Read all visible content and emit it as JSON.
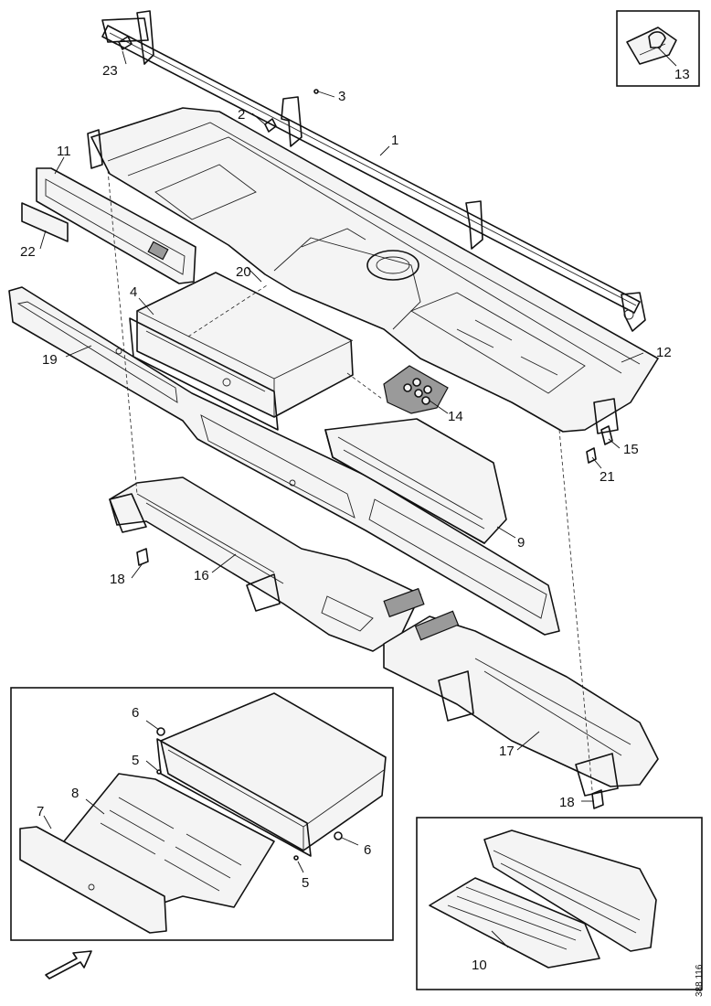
{
  "reference_number": "388 116",
  "callouts": {
    "c1": "1",
    "c2": "2",
    "c3": "3",
    "c4": "4",
    "c5a": "5",
    "c5b": "5",
    "c6a": "6",
    "c6b": "6",
    "c7": "7",
    "c8": "8",
    "c9": "9",
    "c10": "10",
    "c11": "11",
    "c12": "12",
    "c13": "13",
    "c14": "14",
    "c15": "15",
    "c16": "16",
    "c17": "17",
    "c18a": "18",
    "c18b": "18",
    "c19": "19",
    "c20": "20",
    "c21": "21",
    "c22": "22",
    "c23": "23"
  }
}
